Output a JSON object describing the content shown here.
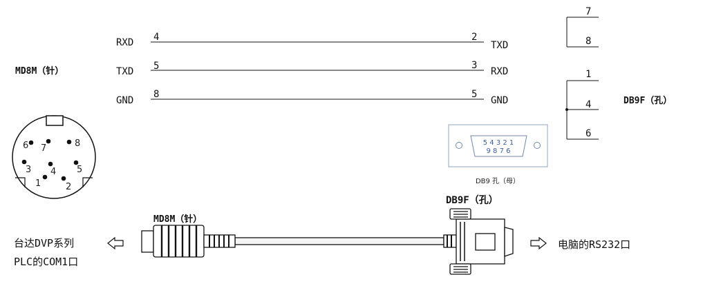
{
  "left_connector": {
    "label": "MD8M（针）"
  },
  "right_connector": {
    "label": "DB9F（孔）"
  },
  "wiring": {
    "rows": [
      {
        "left_signal": "RXD",
        "left_pin": "4",
        "right_pin": "2",
        "right_signal": "TXD"
      },
      {
        "left_signal": "TXD",
        "left_pin": "5",
        "right_pin": "3",
        "right_signal": "RXD"
      },
      {
        "left_signal": "GND",
        "left_pin": "8",
        "right_pin": "5",
        "right_signal": "GND"
      }
    ]
  },
  "jumpers": {
    "a": {
      "top": "7",
      "bottom": "8"
    },
    "b": {
      "top": "1",
      "mid": "4",
      "bottom": "6"
    }
  },
  "md8_pins": [
    "6",
    "7",
    "8",
    "3",
    "4",
    "5",
    "1",
    "2"
  ],
  "db9_face": {
    "top_row": "5 4 3 2 1",
    "bottom_row": "9 8 7 6",
    "caption": "DB9 孔（母）"
  },
  "cable": {
    "left_end_label": "MD8M（针）",
    "right_end_label": "DB9F（孔）",
    "left_desc_line1": "台达DVP系列",
    "left_desc_line2": "PLC的COM1口",
    "right_desc": "电脑的RS232口",
    "left_arrow_icon": "hollow-arrow-left",
    "right_arrow_icon": "hollow-arrow-right"
  }
}
